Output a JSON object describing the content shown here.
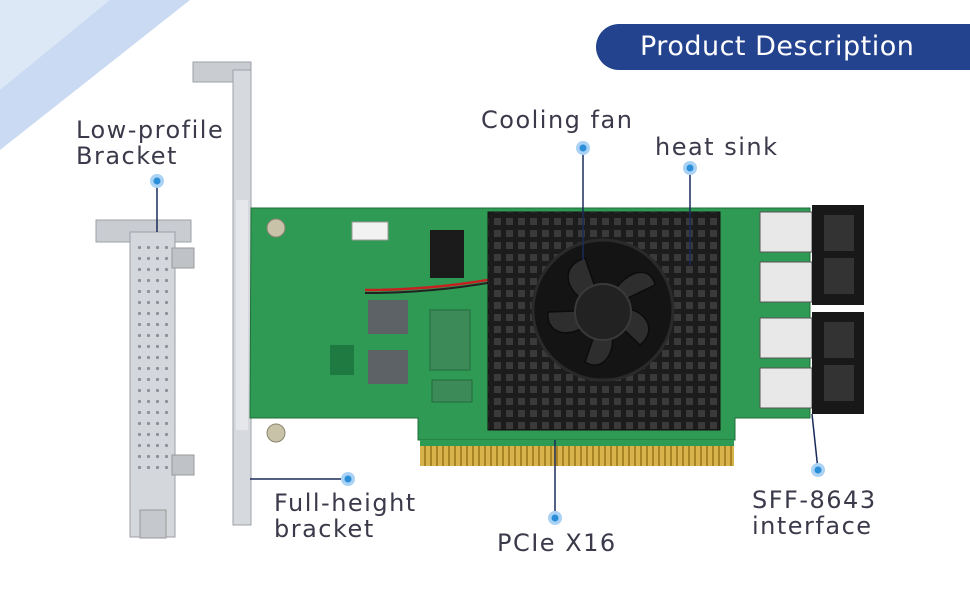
{
  "header": {
    "title": "Product Description"
  },
  "callouts": {
    "low_profile": {
      "line1": "Low-profile",
      "line2": "Bracket"
    },
    "cooling_fan": {
      "line1": "Cooling fan"
    },
    "heat_sink": {
      "line1": "heat sink"
    },
    "full_height": {
      "line1": "Full-height",
      "line2": "bracket"
    },
    "pcie": {
      "line1": "PCIe X16"
    },
    "sff": {
      "line1": "SFF-8643",
      "line2": "interface"
    }
  },
  "colors": {
    "title_bg": "#24438f",
    "title_text": "#ffffff",
    "label_text": "#3a3a4a",
    "callout_dot": "#2a8fd8",
    "pcb": "#2f9a54",
    "heatsink": "#1f1f1f",
    "gold_contacts": "#c9a640"
  },
  "icons": [
    "callout-dot-icon",
    "cooling-fan-icon"
  ]
}
